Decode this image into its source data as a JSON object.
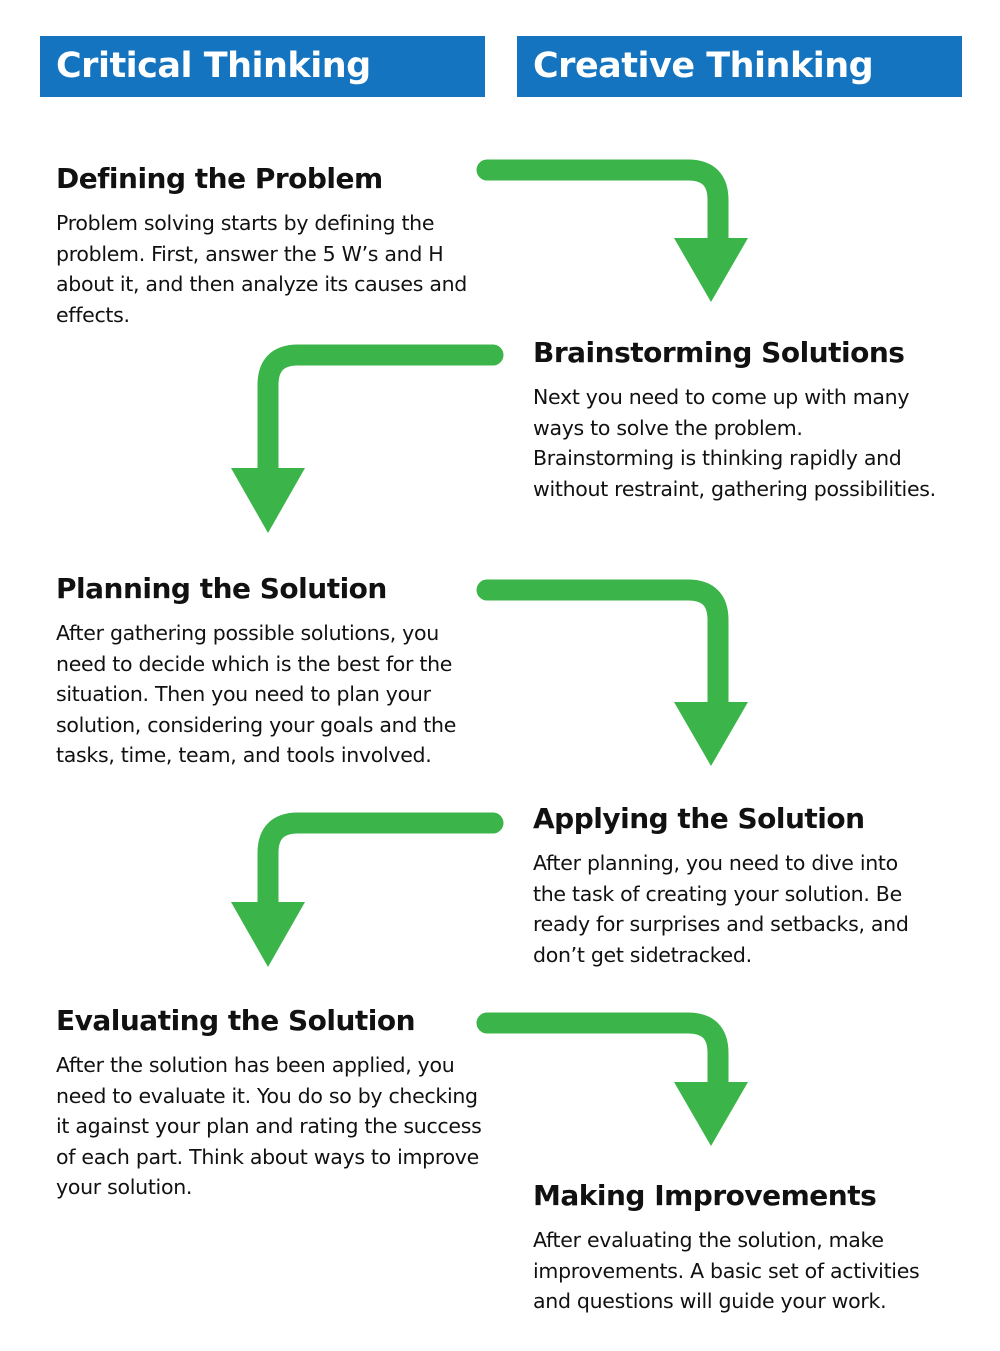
{
  "headers": {
    "left": "Critical Thinking",
    "right": "Creative Thinking"
  },
  "colors": {
    "header_bg": "#1474c0",
    "arrow": "#3bb54a",
    "text": "#111111"
  },
  "steps": [
    {
      "title": "Defining the Problem",
      "text": "Problem solving starts by defining the problem. First, answer the 5 W’s and H about it, and then analyze its causes and effects.",
      "column": "left"
    },
    {
      "title": "Brainstorming Solutions",
      "text": "Next you need to come up with many ways to solve the problem. Brainstorming is thinking rapidly and without restraint, gathering possibilities.",
      "column": "right"
    },
    {
      "title": "Planning the Solution",
      "text": "After gathering possible solutions, you need to decide which is the best for the situation. Then you need to plan your solution, considering your goals and the tasks, time, team, and tools involved.",
      "column": "left"
    },
    {
      "title": "Applying the Solution",
      "text": "After planning, you need to dive into the task of creating your solution. Be ready for surprises and setbacks, and don’t get sidetracked.",
      "column": "right"
    },
    {
      "title": "Evaluating the Solution",
      "text": "After the solution has been applied, you need to evaluate it. You do so by checking it against your plan and rating the success of each part. Think about ways to improve your solution.",
      "column": "left"
    },
    {
      "title": "Making Improvements",
      "text": "After evaluating the solution, make improvements. A basic set of activities and questions will guide your work.",
      "column": "right"
    }
  ],
  "arrows": [
    {
      "from": "Defining the Problem",
      "to": "Brainstorming Solutions",
      "direction": "right-down"
    },
    {
      "from": "Brainstorming Solutions",
      "to": "Planning the Solution",
      "direction": "left-down"
    },
    {
      "from": "Planning the Solution",
      "to": "Applying the Solution",
      "direction": "right-down"
    },
    {
      "from": "Applying the Solution",
      "to": "Evaluating the Solution",
      "direction": "left-down"
    },
    {
      "from": "Evaluating the Solution",
      "to": "Making Improvements",
      "direction": "right-down"
    }
  ]
}
